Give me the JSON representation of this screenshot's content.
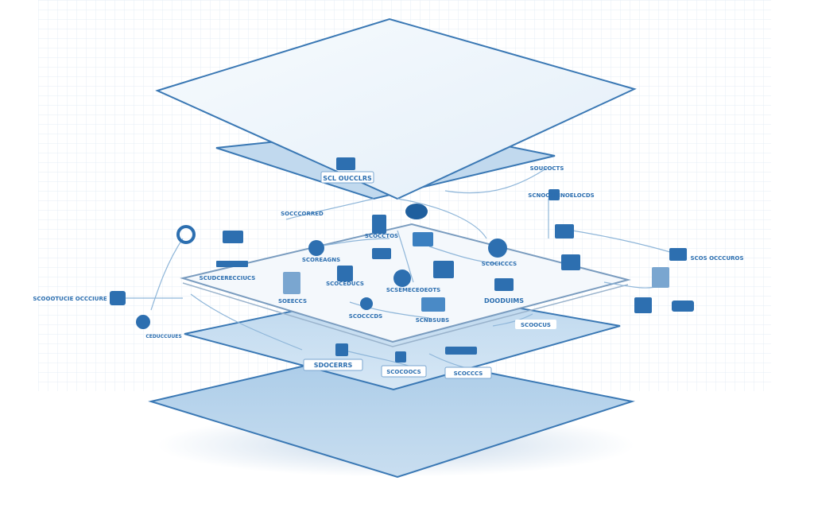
{
  "colors": {
    "background": "#ffffff",
    "grid": "#e4eef6",
    "layer_fill_dark": "#b9d5ec",
    "layer_fill_mid": "#cfe2f2",
    "layer_fill_light": "#eef5fb",
    "layer_stroke": "#3a78b4",
    "accent": "#2d6fb0",
    "connector": "#8fb6d9"
  },
  "labels": [
    {
      "id": "top-panel-label",
      "text": "SCL OUCCLRS"
    },
    {
      "id": "top-left-label",
      "text": "SOCCCORRED"
    },
    {
      "id": "top-right-label",
      "text": "SOUCOCTS"
    },
    {
      "id": "top-right-label-2",
      "text": "SCNOCCDINOELOCDS"
    },
    {
      "id": "left-label",
      "text": "SCUDCERECCIUCS"
    },
    {
      "id": "left-label-2",
      "text": "SOEECCS"
    },
    {
      "id": "center-label",
      "text": "SCOREAGNS"
    },
    {
      "id": "center-label-2",
      "text": "SCOCCTOS"
    },
    {
      "id": "center-label-3",
      "text": "SCSEMECEOEOTS"
    },
    {
      "id": "right-label",
      "text": "SCOCICCCS"
    },
    {
      "id": "right-label-2",
      "text": "DOODUIMS"
    },
    {
      "id": "inner-left-label",
      "text": "SCOCEDUCS"
    },
    {
      "id": "inner-label",
      "text": "SCOCCCDS"
    },
    {
      "id": "inner-label-2",
      "text": "SCNBSUBS"
    },
    {
      "id": "far-left-label",
      "text": "SCOOOTUCIE OCCCIURE"
    },
    {
      "id": "far-left-label-2",
      "text": "CEDUCCUUES"
    },
    {
      "id": "far-right-label",
      "text": "SCOS OCCCUROS"
    },
    {
      "id": "lower-right-label",
      "text": "SCOOCUS"
    },
    {
      "id": "bottom-label-1",
      "text": "SDOCERRS"
    },
    {
      "id": "bottom-label-2",
      "text": "SCOCOOCS"
    },
    {
      "id": "bottom-label-3",
      "text": "SCOCCCS"
    }
  ]
}
